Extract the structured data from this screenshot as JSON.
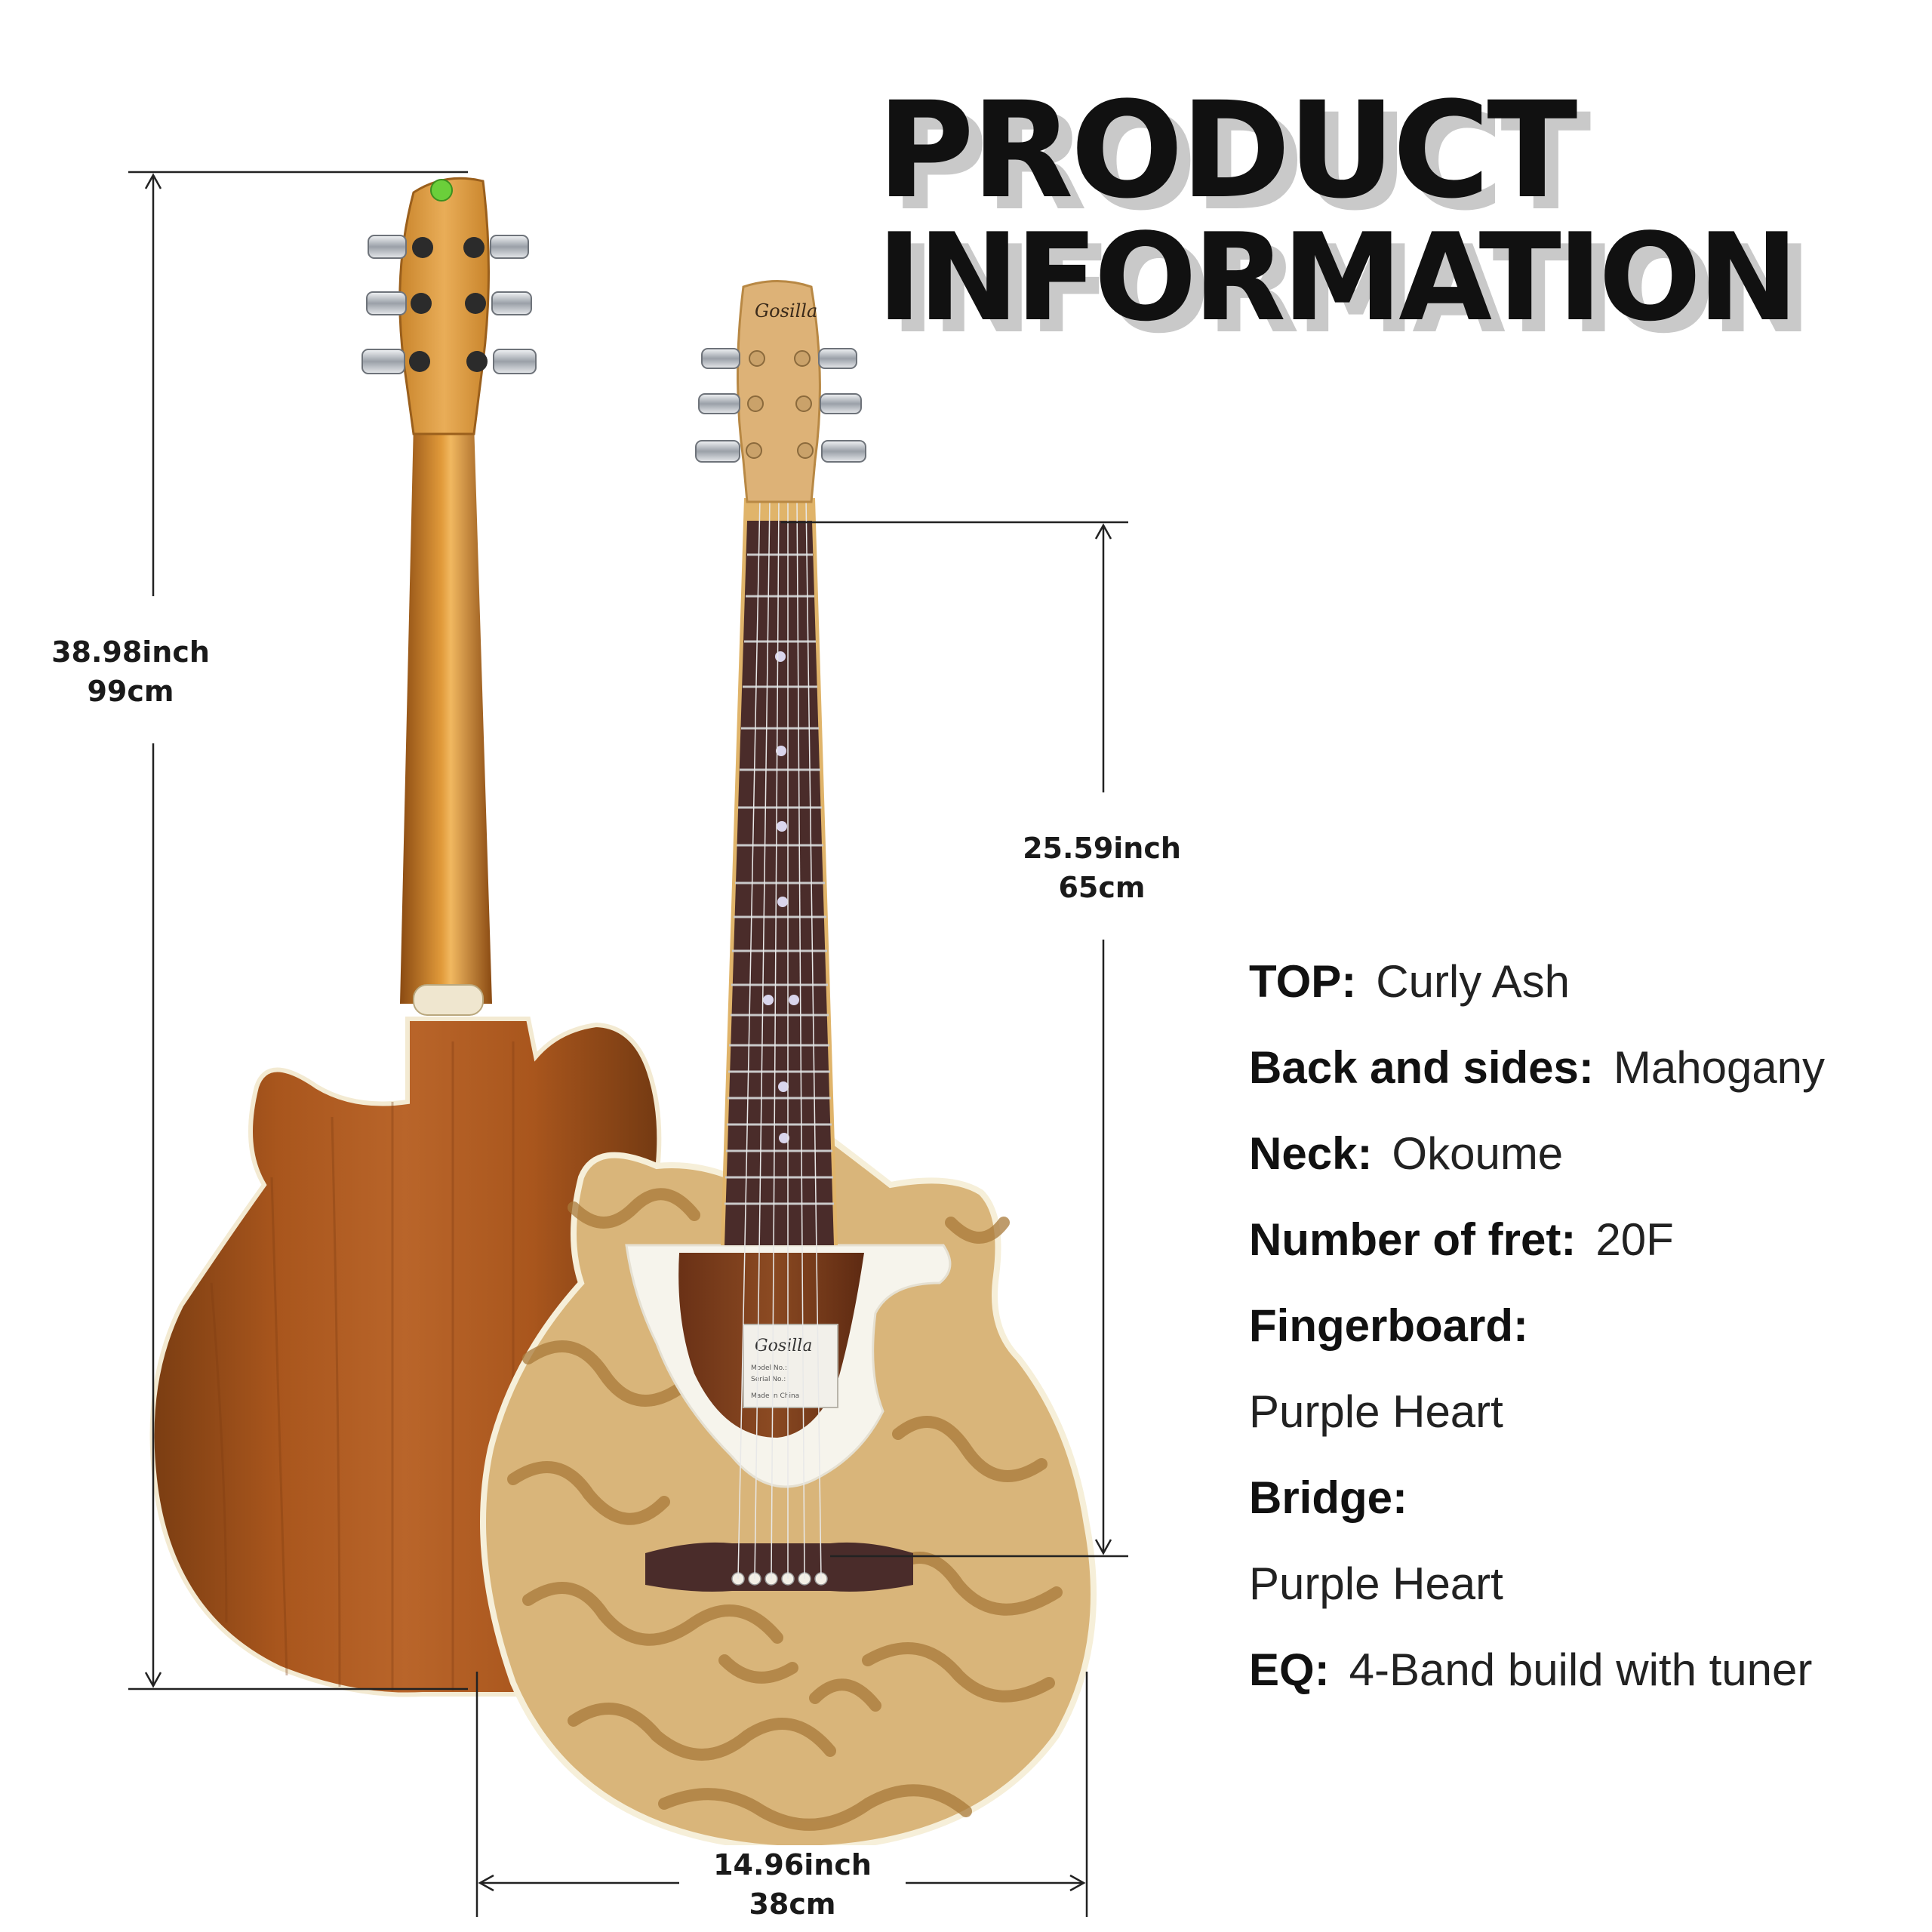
{
  "title": {
    "line1": "PRODUCT",
    "line2": "INFORMATION"
  },
  "dimensions": {
    "total_length": {
      "imperial": "38.98inch",
      "metric": "99cm"
    },
    "scale_length": {
      "imperial": "25.59inch",
      "metric": "65cm"
    },
    "body_width": {
      "imperial": "14.96inch",
      "metric": "38cm"
    }
  },
  "guitar": {
    "brand_logo": "Gosilla",
    "label_lines": [
      "Model No.:",
      "Serial No.:",
      "Made in China"
    ]
  },
  "specs": [
    {
      "key": "TOP:",
      "value": "Curly Ash"
    },
    {
      "key": "Back and sides:",
      "value": "Mahogany"
    },
    {
      "key": "Neck:",
      "value": "Okoume"
    },
    {
      "key": "Number of fret:",
      "value": "20F"
    },
    {
      "key": "Fingerboard:",
      "value": ""
    },
    {
      "key": "",
      "value": "Purple Heart"
    },
    {
      "key": "Bridge:",
      "value": ""
    },
    {
      "key": "",
      "value": "Purple Heart"
    },
    {
      "key": "EQ:",
      "value": "4-Band build with tuner"
    }
  ],
  "colors": {
    "mahogany_back": "#a8591f",
    "mahogany_neck": "#c07a24",
    "ash_top": "#d9b57a",
    "ash_figure": "#a8793a",
    "fretboard": "#4a2c2a",
    "pickguard": "#f6f4ec",
    "chrome": "#b8bcc2"
  }
}
